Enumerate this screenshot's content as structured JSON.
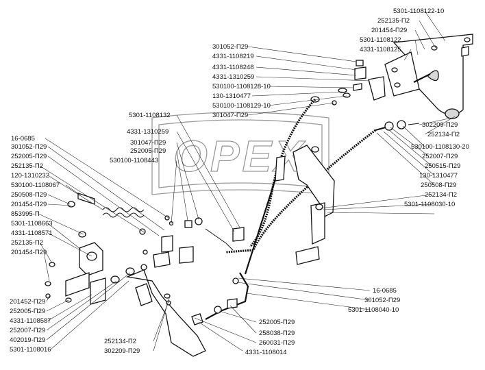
{
  "watermark": {
    "text": "OPEX"
  },
  "labels": {
    "l01": "5301-1108122-10",
    "l02": "252135-П2",
    "l03": "201454-П29",
    "l04": "5301-1108122",
    "l05": "4331-1108125",
    "l06": "301052-П29",
    "l07": "4331-1108219",
    "l08": "4331-1108248",
    "l09": "4331-1310259",
    "l10": "530100-1108128-10",
    "l11": "130-1310477",
    "l12": "530100-1108129-10",
    "l13": "301047-П29",
    "l14": "5301-1108132",
    "l15": "4331-1310259",
    "l16": "301047-П29",
    "l17": "252005-П29",
    "l18": "530100-1108443",
    "l19": "16-0685",
    "l20": "301052-П29",
    "l21": "252005-П29",
    "l22": "252135-П2",
    "l23": "120-1310232",
    "l24": "530100-1108067",
    "l25": "250508-П29",
    "l26": "201454-П29",
    "l27": "853995-П",
    "l28": "5301-1108663",
    "l29": "4331-1108571",
    "l30": "252135-П2",
    "l31": "201454-П29",
    "l32": "201452-П29",
    "l33": "252005-П29",
    "l34": "4331-1108587",
    "l35": "252007-П29",
    "l36": "402019-П29",
    "l37": "5301-1108016",
    "l38": "252134-П2",
    "l39": "302209-П29",
    "l40": "302209-П29",
    "l41": "252134-П2",
    "l42": "530100-1108130-20",
    "l43": "252007-П29",
    "l44": "250515-П29",
    "l45": "130-1310477",
    "l46": "250508-П29",
    "l47": "252134-П2",
    "l48": "5301-1108030-10",
    "l49": "16-0685",
    "l50": "301052-П29",
    "l51": "5301-1108040-10",
    "l52": "252005-П29",
    "l53": "258038-П29",
    "l54": "260031-П29",
    "l55": "4331-1108014"
  }
}
